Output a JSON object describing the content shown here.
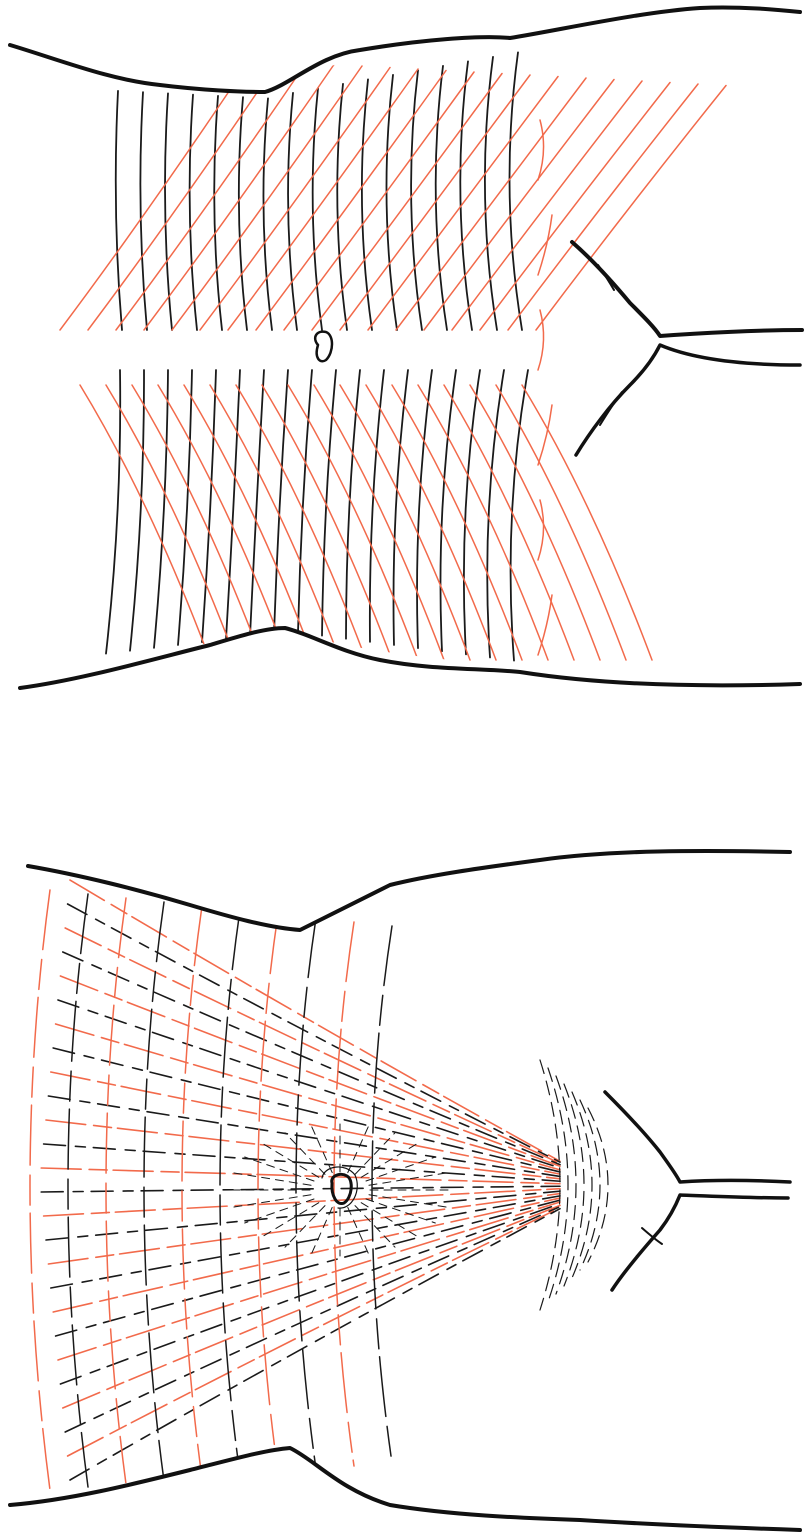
{
  "colors": {
    "background": "#ffffff",
    "outline": "#111111",
    "black_lines": "#1a1a1a",
    "red_lines": "#f26a4b"
  },
  "panels": [
    {
      "id": "top",
      "description_name": "torso-drawing-top",
      "line_style": "crossing grid of black and red strokes"
    },
    {
      "id": "bottom",
      "description_name": "torso-drawing-bottom",
      "line_style": "broken radiating strokes converging toward navel"
    }
  ]
}
